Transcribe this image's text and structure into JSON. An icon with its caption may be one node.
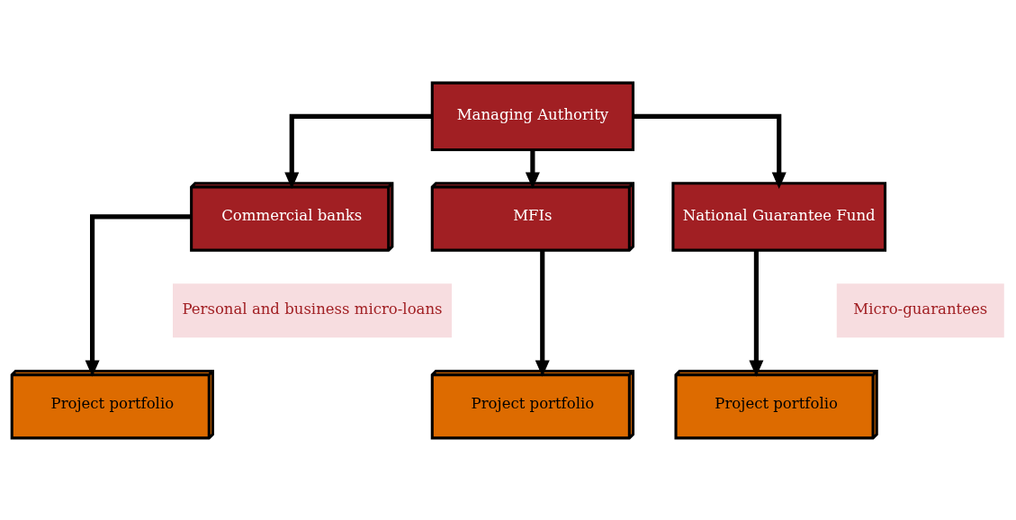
{
  "diagram": {
    "nodes": [
      {
        "text": [
          "Managing Authority"
        ]
      },
      {
        "text": [
          "Commercial banks"
        ]
      },
      {
        "text": [
          "MFIs"
        ]
      },
      {
        "text": [
          "National Guarantee Fund"
        ]
      },
      {
        "text": [
          "Project portfolio"
        ]
      },
      {
        "text": [
          "Project portfolio"
        ]
      },
      {
        "text": [
          "Project portfolio"
        ]
      }
    ],
    "edges": [
      {
        "from": 0,
        "to": 1,
        "arrow": "to"
      },
      {
        "from": 0,
        "to": 2,
        "arrow": "to"
      },
      {
        "from": 0,
        "to": 3,
        "arrow": "to"
      },
      {
        "from": 1,
        "to": 4,
        "arrow": "to"
      },
      {
        "from": 2,
        "to": 5,
        "arrow": "to"
      },
      {
        "from": 3,
        "to": 6,
        "arrow": "to"
      }
    ],
    "labels": [
      "Personal and business micro-loans",
      "Micro-guarantees"
    ]
  }
}
